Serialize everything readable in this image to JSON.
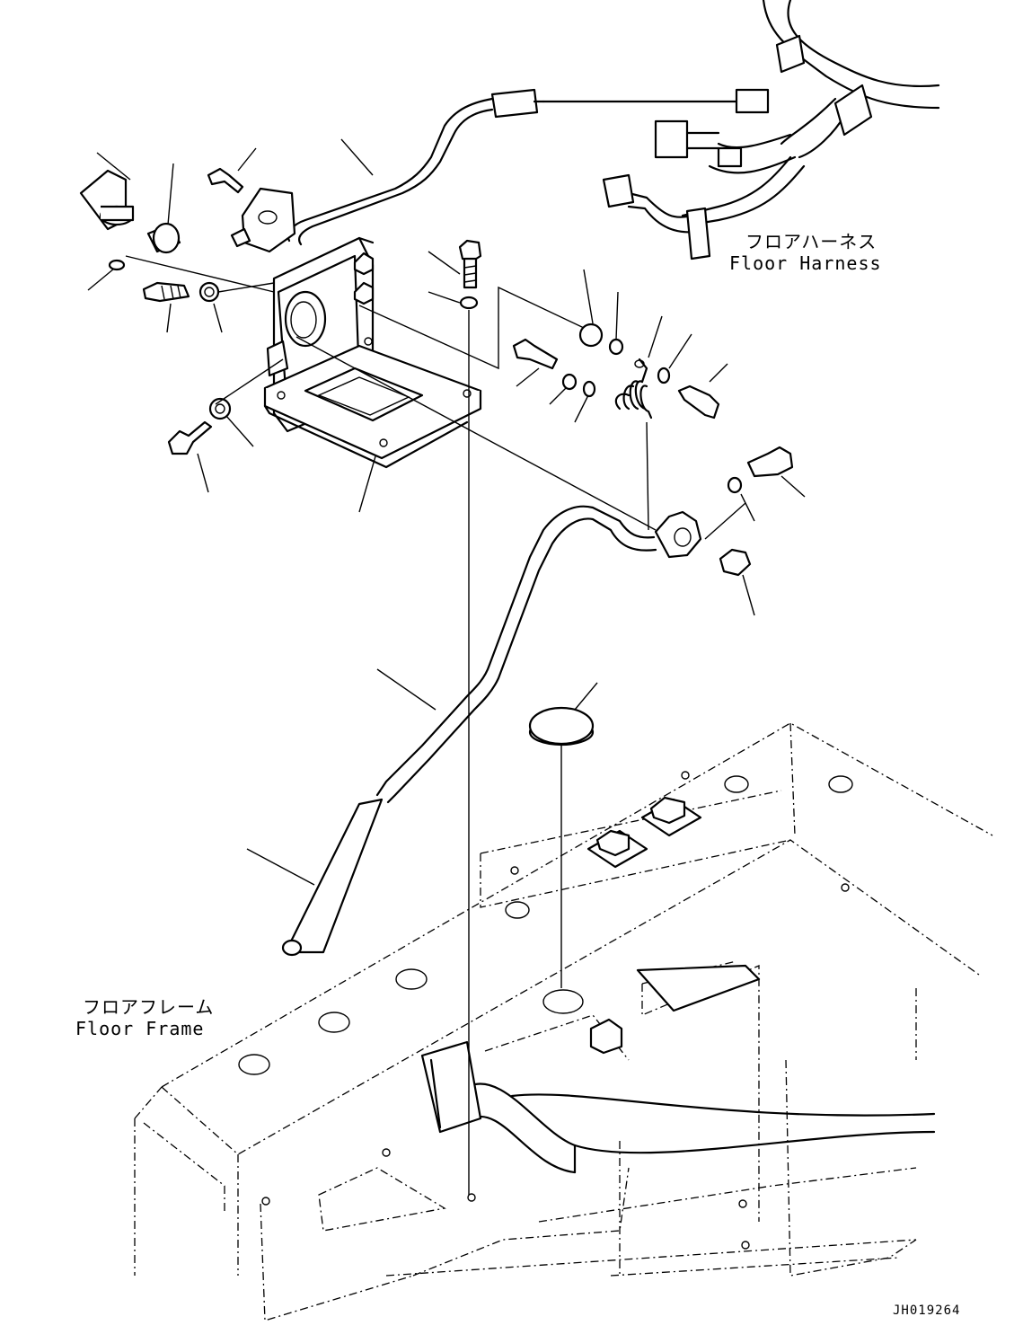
{
  "labels": {
    "floor_harness_jp": "フロアハーネス",
    "floor_harness_en": "Floor Harness",
    "floor_frame_jp": "フロアフレーム",
    "floor_frame_en": "Floor Frame",
    "drawing_code": "JH019264"
  }
}
